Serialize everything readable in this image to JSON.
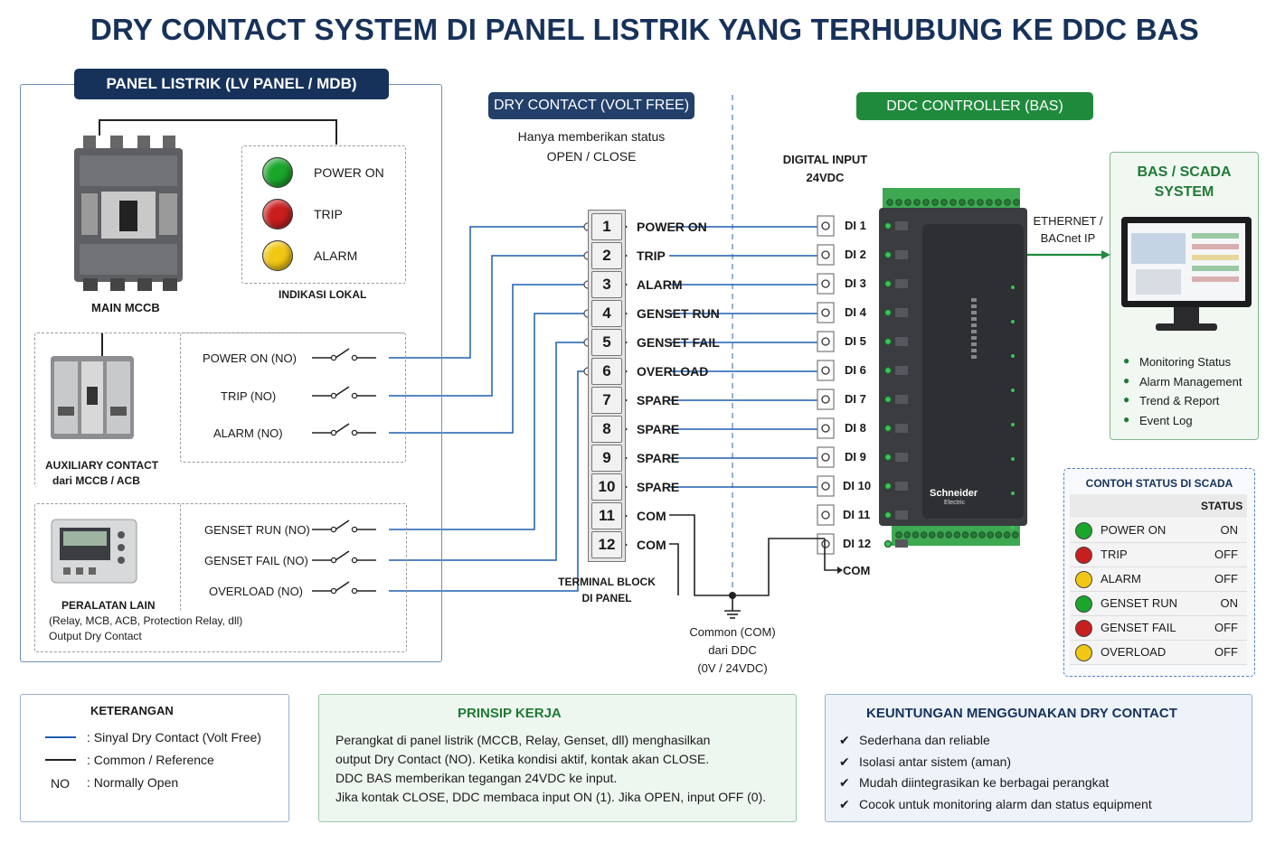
{
  "title": "DRY CONTACT SYSTEM DI PANEL LISTRIK YANG TERHUBUNG KE DDC BAS",
  "colors": {
    "navy": "#17325a",
    "signal": "#1f5fb0",
    "green_header": "#1f8a3c",
    "lamp_green": "#1aa52b",
    "lamp_red": "#c81e1e",
    "lamp_yellow": "#f2c713"
  },
  "panel": {
    "header": "PANEL LISTRIK (LV PANEL / MDB)",
    "mccb_label": "MAIN MCCB",
    "indicators": [
      {
        "label": "POWER ON",
        "color": "green"
      },
      {
        "label": "TRIP",
        "color": "red"
      },
      {
        "label": "ALARM",
        "color": "yellow"
      }
    ],
    "indicator_caption": "INDIKASI LOKAL",
    "aux_contacts": [
      "POWER ON (NO)",
      "TRIP (NO)",
      "ALARM (NO)"
    ],
    "aux_label_1": "AUXILIARY CONTACT",
    "aux_label_2": "dari MCCB / ACB",
    "other_contacts": [
      "GENSET RUN (NO)",
      "GENSET FAIL (NO)",
      "OVERLOAD (NO)"
    ],
    "other_label_1": "PERALATAN LAIN",
    "other_label_2": "(Relay, MCB, ACB, Protection Relay, dll)",
    "other_label_3": "Output Dry Contact"
  },
  "dry_contact": {
    "header": "DRY CONTACT (VOLT FREE)",
    "desc_1": "Hanya memberikan status",
    "desc_2": "OPEN / CLOSE"
  },
  "terminal_block": {
    "terminals": [
      {
        "num": "1",
        "label": "POWER ON"
      },
      {
        "num": "2",
        "label": "TRIP"
      },
      {
        "num": "3",
        "label": "ALARM"
      },
      {
        "num": "4",
        "label": "GENSET RUN"
      },
      {
        "num": "5",
        "label": "GENSET FAIL"
      },
      {
        "num": "6",
        "label": "OVERLOAD"
      },
      {
        "num": "7",
        "label": "SPARE"
      },
      {
        "num": "8",
        "label": "SPARE"
      },
      {
        "num": "9",
        "label": "SPARE"
      },
      {
        "num": "10",
        "label": "SPARE"
      },
      {
        "num": "11",
        "label": "COM"
      },
      {
        "num": "12",
        "label": "COM"
      }
    ],
    "caption_1": "TERMINAL BLOCK",
    "caption_2": "DI PANEL"
  },
  "common": {
    "line_1": "Common (COM)",
    "line_2": "dari DDC",
    "line_3": "(0V / 24VDC)"
  },
  "ddc": {
    "header": "DDC CONTROLLER (BAS)",
    "digital_input_1": "DIGITAL INPUT",
    "digital_input_2": "24VDC",
    "inputs": [
      "DI 1",
      "DI 2",
      "DI 3",
      "DI 4",
      "DI 5",
      "DI 6",
      "DI 7",
      "DI 8",
      "DI 9",
      "DI 10",
      "DI 11",
      "DI 12"
    ],
    "com_label": "COM",
    "brand": "Schneider",
    "brand_sub": "Electric"
  },
  "ethernet": {
    "line_1": "ETHERNET /",
    "line_2": "BACnet IP"
  },
  "scada": {
    "header_1": "BAS / SCADA",
    "header_2": "SYSTEM",
    "features": [
      "Monitoring Status",
      "Alarm Management",
      "Trend & Report",
      "Event Log"
    ]
  },
  "status_table": {
    "title": "CONTOH STATUS DI SCADA",
    "col_header": "STATUS",
    "rows": [
      {
        "name": "POWER ON",
        "status": "ON",
        "color": "green"
      },
      {
        "name": "TRIP",
        "status": "OFF",
        "color": "red"
      },
      {
        "name": "ALARM",
        "status": "OFF",
        "color": "yellow"
      },
      {
        "name": "GENSET RUN",
        "status": "ON",
        "color": "green"
      },
      {
        "name": "GENSET FAIL",
        "status": "OFF",
        "color": "red"
      },
      {
        "name": "OVERLOAD",
        "status": "OFF",
        "color": "yellow"
      }
    ]
  },
  "legend": {
    "title": "KETERANGAN",
    "items": [
      {
        "symbol": "",
        "text": ": Sinyal Dry Contact (Volt Free)"
      },
      {
        "symbol": "",
        "text": ": Common / Reference"
      },
      {
        "symbol": "NO",
        "text": ": Normally Open"
      }
    ]
  },
  "prinsip": {
    "title": "PRINSIP KERJA",
    "lines": [
      "Perangkat di panel listrik (MCCB, Relay, Genset, dll) menghasilkan",
      "output Dry Contact (NO). Ketika kondisi aktif, kontak akan CLOSE.",
      "DDC BAS memberikan tegangan 24VDC ke input.",
      "Jika kontak CLOSE, DDC membaca input ON (1). Jika OPEN, input OFF (0)."
    ]
  },
  "keuntungan": {
    "title": "KEUNTUNGAN MENGGUNAKAN DRY CONTACT",
    "items": [
      "Sederhana dan reliable",
      "Isolasi antar sistem (aman)",
      "Mudah diintegrasikan ke berbagai perangkat",
      "Cocok untuk monitoring alarm dan status equipment"
    ]
  }
}
